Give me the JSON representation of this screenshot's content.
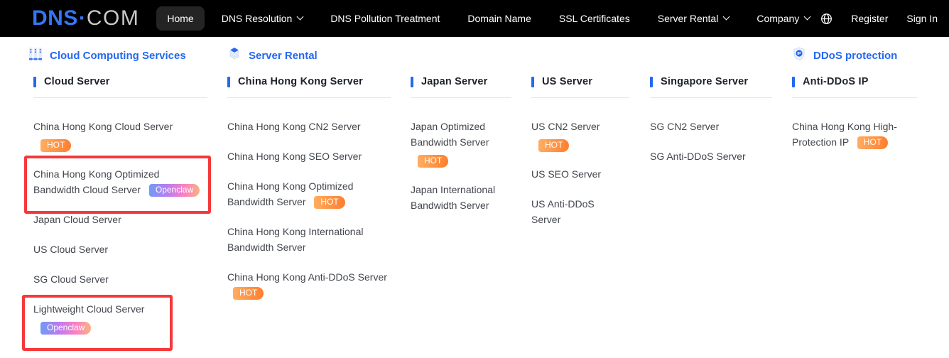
{
  "nav": {
    "logo": {
      "dns": "DNS",
      "dot": "·",
      "com": "COM"
    },
    "items": [
      {
        "label": "Home"
      },
      {
        "label": "DNS Resolution"
      },
      {
        "label": "DNS Pollution Treatment"
      },
      {
        "label": "Domain Name"
      },
      {
        "label": "SSL Certificates"
      },
      {
        "label": "Server Rental"
      },
      {
        "label": "Company"
      }
    ],
    "register": "Register",
    "sign_in": "Sign In"
  },
  "colors": {
    "accent_blue": "#2468f2",
    "nav_bg": "#000000",
    "hot_badge_gradient": [
      "#ffad61",
      "#ff7e2d"
    ],
    "openclaw_badge_gradient": [
      "#6e9cf6",
      "#b77cf1",
      "#fb80c4",
      "#f9b27f"
    ],
    "annotation_red": "#f5383b"
  },
  "menu": {
    "col1": {
      "group": "Cloud Computing Services",
      "section": "Cloud Server",
      "items": [
        {
          "label": "China Hong Kong Cloud Server",
          "badge": "HOT"
        },
        {
          "label": "China Hong Kong Optimized Bandwidth Cloud Server",
          "badge": "Openclaw"
        },
        {
          "label": "Japan Cloud Server"
        },
        {
          "label": "US Cloud Server"
        },
        {
          "label": "SG Cloud Server"
        },
        {
          "label": "Lightweight Cloud Server",
          "badge": "Openclaw"
        }
      ]
    },
    "col2": {
      "group": "Server Rental",
      "section": "China Hong Kong Server",
      "items": [
        {
          "label": "China Hong Kong CN2 Server"
        },
        {
          "label": "China Hong Kong SEO Server"
        },
        {
          "label": "China Hong Kong Optimized Bandwidth Server",
          "badge": "HOT"
        },
        {
          "label": "China Hong Kong International Bandwidth Server"
        },
        {
          "label": "China Hong Kong Anti-DDoS Server",
          "badge": "HOT"
        }
      ]
    },
    "col3": {
      "section": "Japan Server",
      "items": [
        {
          "label": "Japan Optimized Bandwidth Server",
          "badge": "HOT"
        },
        {
          "label": "Japan International Bandwidth Server"
        }
      ]
    },
    "col4": {
      "section": "US Server",
      "items": [
        {
          "label": "US CN2 Server",
          "badge": "HOT"
        },
        {
          "label": "US SEO Server"
        },
        {
          "label": "US Anti-DDoS Server"
        }
      ]
    },
    "col5": {
      "section": "Singapore Server",
      "items": [
        {
          "label": "SG CN2 Server"
        },
        {
          "label": "SG Anti-DDoS Server"
        }
      ]
    },
    "col6": {
      "group": "DDoS protection",
      "section": "Anti-DDoS IP",
      "items": [
        {
          "label": "China Hong Kong High-Protection IP",
          "badge": "HOT"
        }
      ]
    }
  }
}
